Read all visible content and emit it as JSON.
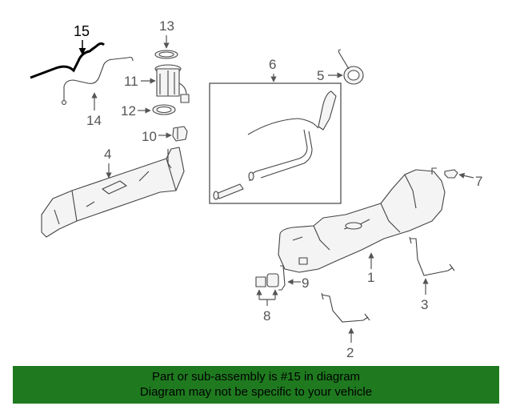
{
  "callouts": [
    "1",
    "2",
    "3",
    "4",
    "5",
    "6",
    "7",
    "8",
    "9",
    "10",
    "11",
    "12",
    "13",
    "14",
    "15"
  ],
  "highlighted_part": "15",
  "banner": {
    "line1": "Part or sub-assembly is #15 in diagram",
    "line2": "Diagram may not be specific to your vehicle",
    "color": "#1f7a1f"
  }
}
